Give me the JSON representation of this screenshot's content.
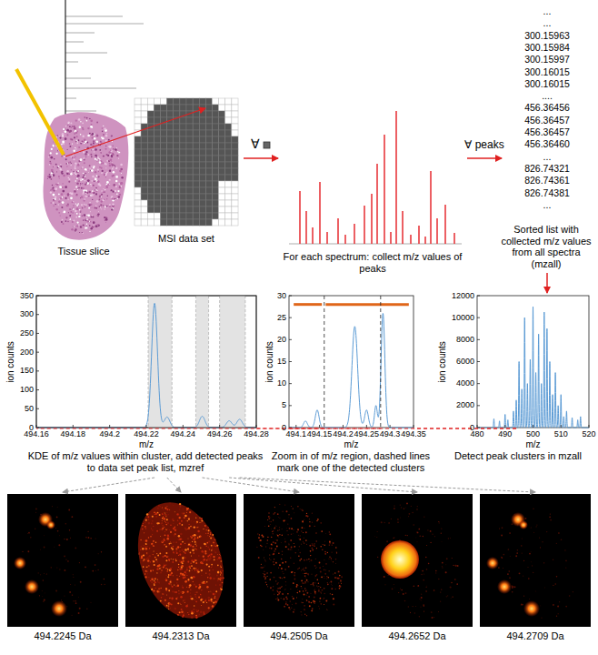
{
  "diagram": {
    "labels": [
      "Tissue slice",
      "MSI data set",
      "∀",
      "For each spectrum: collect m/z values of peaks",
      "∀ peaks",
      "...",
      "...",
      "300.15963",
      "300.15984",
      "300.15997",
      "300.16015",
      "300.16015",
      "....",
      "456.36456",
      "456.36457",
      "456.36457",
      "456.36460",
      "...",
      "826.74321",
      "826.74361",
      "826.74381",
      "...",
      "Sorted list with collected m/z values from all spectra (mzall)",
      "0",
      "2000",
      "4000",
      "6000",
      "8000",
      "10000",
      "12000",
      "480",
      "490",
      "500",
      "510",
      "520",
      "ion counts",
      "m/z",
      "Detect peak clusters in mzall",
      "0",
      "5",
      "10",
      "15",
      "20",
      "25",
      "30",
      "494.1",
      "494.15",
      "494.2",
      "494.25",
      "494.3",
      "494.35",
      "ion counts",
      "m/z",
      "Zoom in of m/z region, dashed lines mark one of the detected clusters",
      "0",
      "50",
      "100",
      "150",
      "200",
      "250",
      "300",
      "350",
      "494.16",
      "494.18",
      "494.2",
      "494.22",
      "494.24",
      "494.26",
      "494.28",
      "ion counts",
      "m/z",
      "KDE of m/z values within cluster, add detected peaks to data set peak list, mzref",
      "494.2245 Da",
      "494.2313 Da",
      "494.2505 Da",
      "494.2652 Da",
      "494.2709 Da"
    ]
  }
}
